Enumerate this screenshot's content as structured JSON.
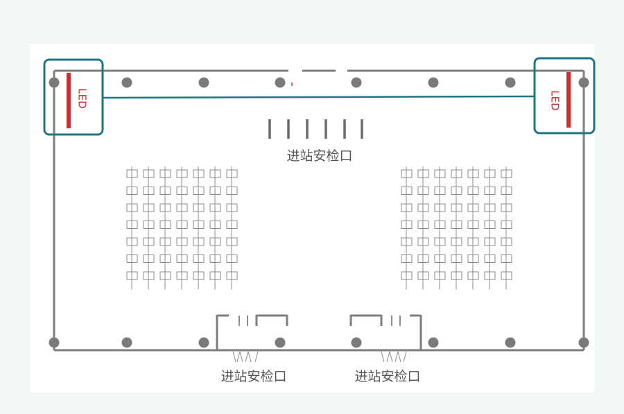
{
  "colors": {
    "background": "#f1f7f3",
    "panel": "#ffffff",
    "wall": "#7d7d7d",
    "seat": "#8a8a8a",
    "highlight": "#1e7583",
    "led": "#d42a2a",
    "text": "#555555"
  },
  "led_screens": [
    {
      "label": "LED"
    },
    {
      "label": "LED"
    }
  ],
  "entrances": {
    "top": {
      "label": "进站安检口"
    },
    "bottom_left": {
      "label": "进站安检口"
    },
    "bottom_right": {
      "label": "进站安检口"
    }
  },
  "seating": {
    "blocks": 2,
    "columns": 7,
    "rows": 7
  }
}
